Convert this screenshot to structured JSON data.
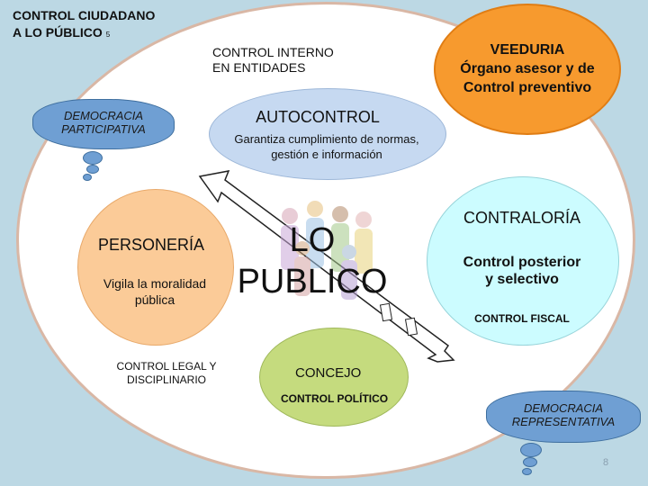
{
  "top_left": {
    "line1": "CONTROL CIUDADANO",
    "line2": "A LO PÚBLICO",
    "superscript": "5"
  },
  "control_interno": {
    "line1": "CONTROL INTERNO",
    "line2": "EN ENTIDADES"
  },
  "autocontrol": {
    "title": "AUTOCONTROL",
    "line1": "Garantiza cumplimiento de normas,",
    "line2": "gestión e información"
  },
  "veeduria": {
    "title": "VEEDURIA",
    "line1": "Órgano asesor y de",
    "line2": "Control preventivo"
  },
  "democracia_participativa": {
    "line1": "DEMOCRACIA",
    "line2": "PARTICIPATIVA"
  },
  "personeria": {
    "title": "PERSONERÍA",
    "line1": "Vigila la moralidad",
    "line2": "pública",
    "footer1": "CONTROL LEGAL Y",
    "footer2": "DISCIPLINARIO"
  },
  "center": {
    "line1": "LO",
    "line2": "PUBLICO"
  },
  "contraloria": {
    "title": "CONTRALORÍA",
    "line1": "Control posterior",
    "line2": "y selectivo",
    "footer": "CONTROL FISCAL"
  },
  "concejo": {
    "title": "CONCEJO",
    "subtitle": "CONTROL POLÍTICO"
  },
  "democracia_representativa": {
    "line1": "DEMOCRACIA",
    "line2": "REPRESENTATIVA"
  },
  "page_number": "8",
  "colors": {
    "background": "#bcd8e4",
    "autocontrol": "#c6d9f1",
    "veeduria": "#f79a2e",
    "personeria": "#fbcb98",
    "contraloria": "#ccfcff",
    "concejo": "#c5db7e",
    "cloud": "#6f9fd3"
  }
}
